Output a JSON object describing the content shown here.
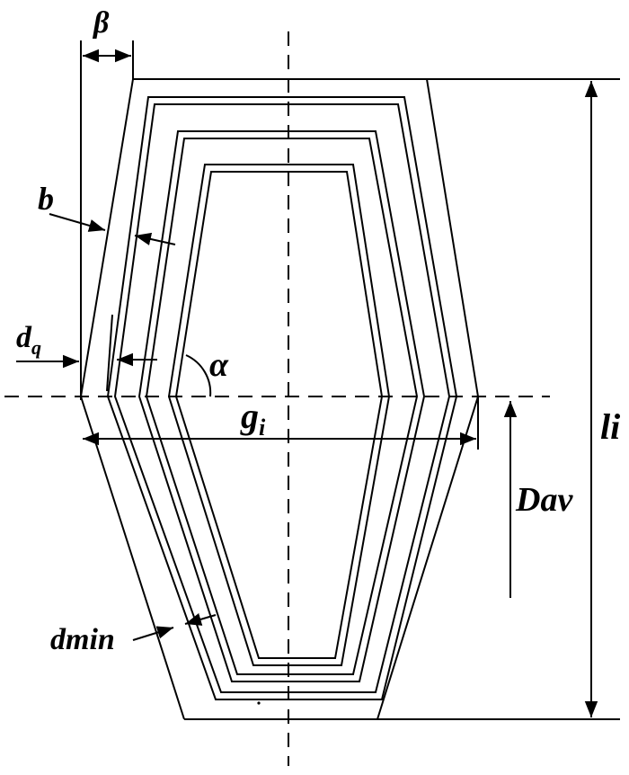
{
  "diagram": {
    "labels": {
      "beta": "β",
      "b": "b",
      "d_q_main": "d",
      "d_q_sub": "q",
      "alpha": "α",
      "g_i_main": "g",
      "g_i_sub": "i",
      "l_i": "li",
      "D_av": "Dav",
      "d_min": "dmin"
    },
    "colors": {
      "stroke": "#000000",
      "background": "#ffffff"
    }
  }
}
